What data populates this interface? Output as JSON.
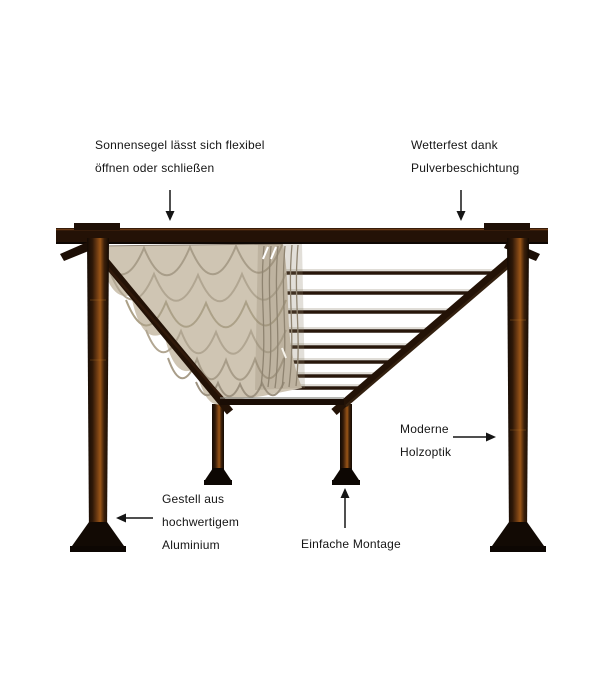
{
  "annotations": {
    "canopy": {
      "lines": [
        "Sonnensegel lässt sich flexibel",
        "öffnen oder schließen"
      ]
    },
    "weatherproof": {
      "lines": [
        "Wetterfest dank",
        "Pulverbeschichtung"
      ]
    },
    "wood_look": {
      "lines": [
        "Moderne",
        "Holzoptik"
      ]
    },
    "frame": {
      "lines": [
        "Gestell aus",
        "hochwertigem",
        "Aluminium"
      ]
    },
    "assembly": {
      "lines": [
        "Einfache Montage"
      ]
    }
  },
  "colors": {
    "background": "#ffffff",
    "wood_dark": "#1c0e05",
    "wood_mid": "#6b3a12",
    "wood_highlight": "#9a5516",
    "canopy": "#cfc5b3",
    "canopy_shadow": "#a89d89",
    "text": "#151515"
  }
}
